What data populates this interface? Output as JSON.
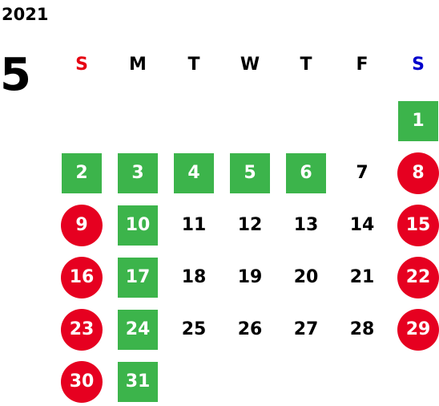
{
  "calendar": {
    "year": "2021",
    "month": "5",
    "weekdays": [
      {
        "label": "S",
        "color": "#e60012"
      },
      {
        "label": "M",
        "color": "#000000"
      },
      {
        "label": "T",
        "color": "#000000"
      },
      {
        "label": "W",
        "color": "#000000"
      },
      {
        "label": "T",
        "color": "#000000"
      },
      {
        "label": "F",
        "color": "#000000"
      },
      {
        "label": "S",
        "color": "#0000cc"
      }
    ],
    "first_weekday_index": 6,
    "colors": {
      "green": "#3cb44b",
      "red": "#e60020",
      "plain_text": "#000000"
    },
    "days": [
      {
        "n": "1",
        "style": "green"
      },
      {
        "n": "2",
        "style": "green"
      },
      {
        "n": "3",
        "style": "green"
      },
      {
        "n": "4",
        "style": "green"
      },
      {
        "n": "5",
        "style": "green"
      },
      {
        "n": "6",
        "style": "green"
      },
      {
        "n": "7",
        "style": "plain"
      },
      {
        "n": "8",
        "style": "red"
      },
      {
        "n": "9",
        "style": "red"
      },
      {
        "n": "10",
        "style": "green"
      },
      {
        "n": "11",
        "style": "plain"
      },
      {
        "n": "12",
        "style": "plain"
      },
      {
        "n": "13",
        "style": "plain"
      },
      {
        "n": "14",
        "style": "plain"
      },
      {
        "n": "15",
        "style": "red"
      },
      {
        "n": "16",
        "style": "red"
      },
      {
        "n": "17",
        "style": "green"
      },
      {
        "n": "18",
        "style": "plain"
      },
      {
        "n": "19",
        "style": "plain"
      },
      {
        "n": "20",
        "style": "plain"
      },
      {
        "n": "21",
        "style": "plain"
      },
      {
        "n": "22",
        "style": "red"
      },
      {
        "n": "23",
        "style": "red"
      },
      {
        "n": "24",
        "style": "green"
      },
      {
        "n": "25",
        "style": "plain"
      },
      {
        "n": "26",
        "style": "plain"
      },
      {
        "n": "27",
        "style": "plain"
      },
      {
        "n": "28",
        "style": "plain"
      },
      {
        "n": "29",
        "style": "red"
      },
      {
        "n": "30",
        "style": "red"
      },
      {
        "n": "31",
        "style": "green"
      }
    ]
  }
}
